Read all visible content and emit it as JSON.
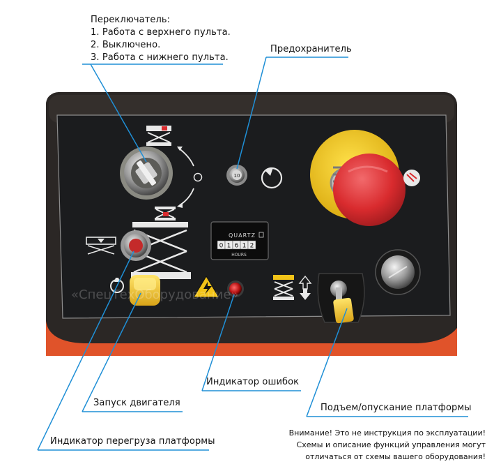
{
  "callouts": {
    "switch_title": "Переключатель:",
    "switch_items": [
      "1. Работа с верхнего пульта.",
      "2. Выключено.",
      "3. Работа с нижнего пульта."
    ],
    "fuse": "Предохранитель",
    "error_indicator": "Индикатор ошибок",
    "engine_start": "Запуск двигателя",
    "platform_lift": "Подъем/опускание платформы",
    "overload_indicator": "Индикатор перегруза платформы"
  },
  "notice": [
    "Внимание! Это не инструкция по эксплуатации!",
    "Схемы и описание функций управления могут",
    "отличаться от схемы вашего оборудования!"
  ],
  "hour_meter": {
    "brand": "QUARTZ",
    "digits": [
      "0",
      "1",
      "6",
      "1",
      "2"
    ],
    "unit": "HOURS"
  },
  "fuse_marking": "10",
  "watermark": "«СпецТехОборудование»",
  "colors": {
    "leader_line": "#1f8fd6",
    "panel": "#1b1c1e",
    "frame": "#2a2624",
    "orange_body": "#e0532a",
    "estop_red": "#d92b2e",
    "estop_yellow": "#f2c318"
  }
}
